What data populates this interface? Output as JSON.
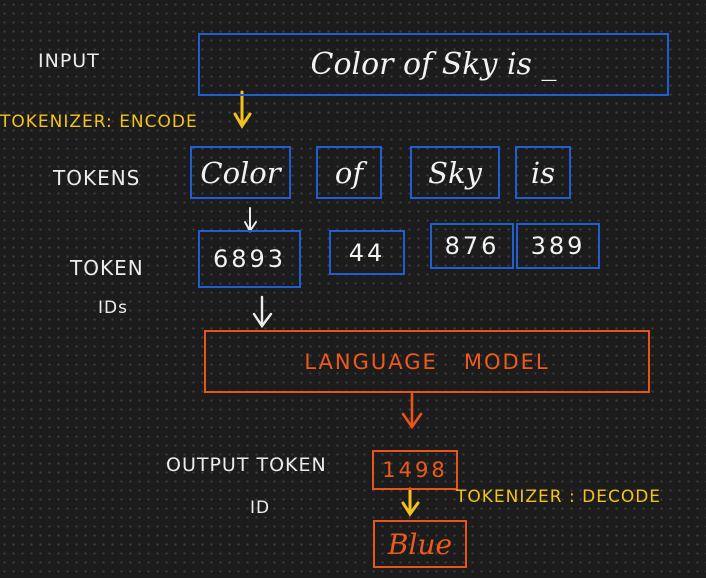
{
  "input_label": "INPUT",
  "input_text": "Color of Sky is _",
  "encode_label": "TOKENIZER: ENCODE",
  "tokens_label": "TOKENS",
  "tokens": [
    "Color",
    "of",
    "Sky",
    "is"
  ],
  "token_ids_label_line1": "TOKEN",
  "token_ids_label_line2": "IDs",
  "token_ids": [
    "6893",
    "44",
    "876",
    "389"
  ],
  "model_label": "LANGUAGE   MODEL",
  "output_label_line1": "OUTPUT TOKEN",
  "output_label_line2": "ID",
  "output_id": "1498",
  "decode_label": "TOKENIZER : DECODE",
  "output_word": "Blue",
  "colors": {
    "blue": "#1f5fd1",
    "orange": "#e8541a",
    "yellow": "#f3c21c",
    "white": "#ececec",
    "background": "#1c1c1c"
  }
}
